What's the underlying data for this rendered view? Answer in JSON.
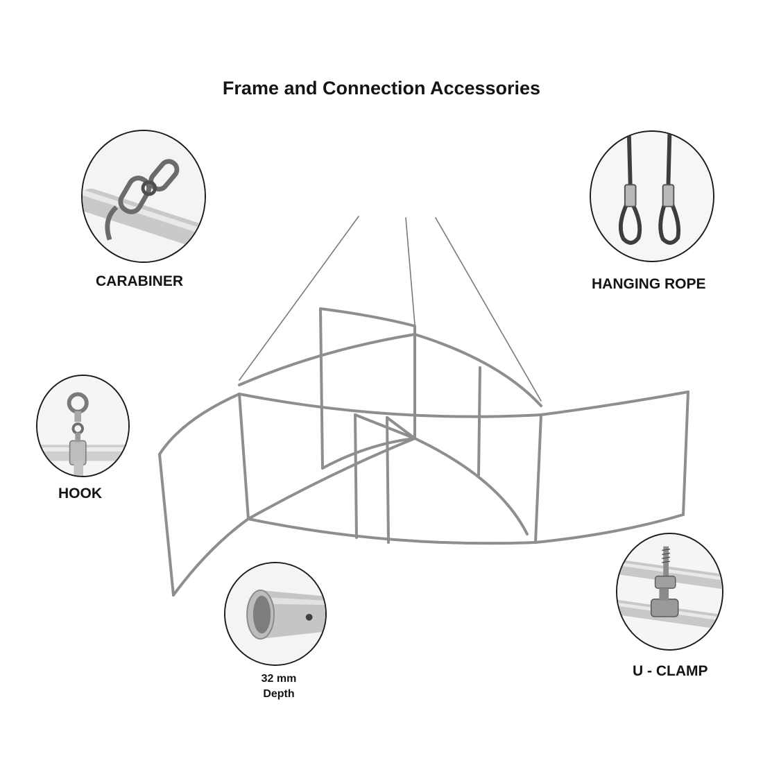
{
  "title": "Frame and Connection Accessories",
  "accessories": {
    "carabiner": {
      "label": "CARABINER",
      "icon": "carabiner-icon"
    },
    "hanging_rope": {
      "label": "HANGING ROPE",
      "icon": "hanging-rope-icon"
    },
    "hook": {
      "label": "HOOK",
      "icon": "eye-hook-icon"
    },
    "tube_end": {
      "label_line1": "32 mm",
      "label_line2": "Depth",
      "icon": "tube-end-icon"
    },
    "u_clamp": {
      "label": "U - CLAMP",
      "icon": "u-clamp-icon"
    }
  },
  "colors": {
    "text": "#141414",
    "metal": "#9a9a9a",
    "metal_dark": "#5e5e5e",
    "outline": "#1b1b1b"
  }
}
